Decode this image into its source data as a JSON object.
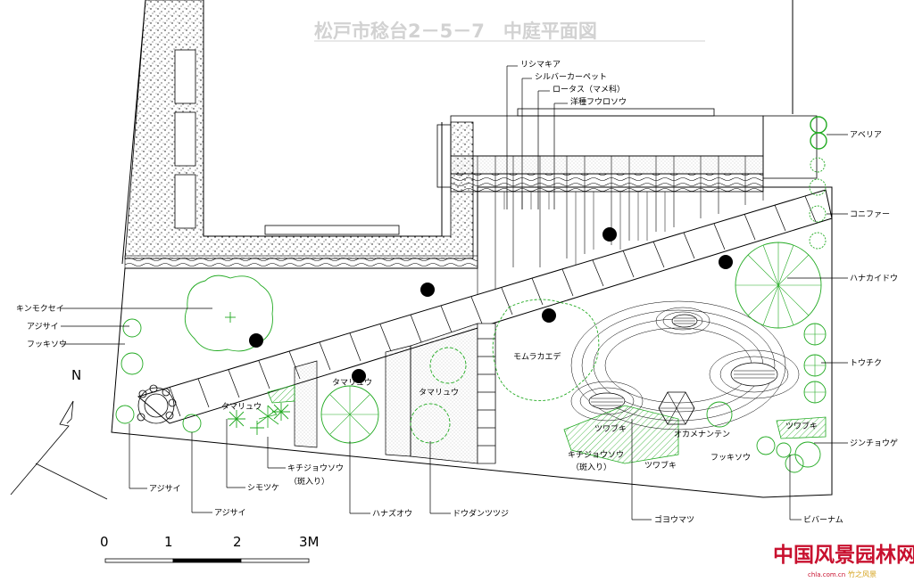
{
  "title": "松戸市稔台2－5－7　中庭平面図",
  "north": "N",
  "scale": {
    "ticks": [
      "0",
      "1",
      "2",
      "3M"
    ]
  },
  "labels": {
    "lysimachia": "リシマキア",
    "silver_carpet": "シルバーカーペット",
    "lotus": "ロータス（マメ科）",
    "fukurosou": "洋種フウロソウ",
    "abelia": "アベリア",
    "conifer": "コニファー",
    "hanakaidou": "ハナカイドウ",
    "touchiku": "トウチク",
    "jinchouge": "ジンチョウゲ",
    "tsuwabuki_r": "ツワブキ",
    "viburnum": "ビバーナム",
    "goyoumatsu": "ゴヨウマツ",
    "fukkisou_r": "フッキソウ",
    "okamenanten": "オカメナンテン",
    "tsuwabuki_1": "ツワブキ",
    "tsuwabuki_2": "ツワブキ",
    "kichijou_r": "キチジョウソウ",
    "kichijou_r2": "（斑入り）",
    "momurakaede": "モムラカエデ",
    "kinmokusei": "キンモクセイ",
    "ajisai_l": "アジサイ",
    "fukkisou_l": "フッキソウ",
    "tamaryu_1": "タマリュウ",
    "tamaryu_2": "タマリュウ",
    "tamaryu_3": "タマリュウ",
    "kichijou_b": "キチジョウソウ",
    "kichijou_b2": "（斑入り）",
    "shimotsuke": "シモツケ",
    "ajisai_b1": "アジサイ",
    "ajisai_b2": "アジサイ",
    "hanazuou": "ハナズオウ",
    "doudan": "ドウダンツツジ"
  },
  "watermark": {
    "main": "中国风景园林网",
    "url": "chla.com.cn",
    "tag": "竹之风景"
  },
  "colors": {
    "plant": "#22aa22",
    "line": "#000000",
    "title": "#d2d2d2",
    "watermark": "#c8102e"
  }
}
